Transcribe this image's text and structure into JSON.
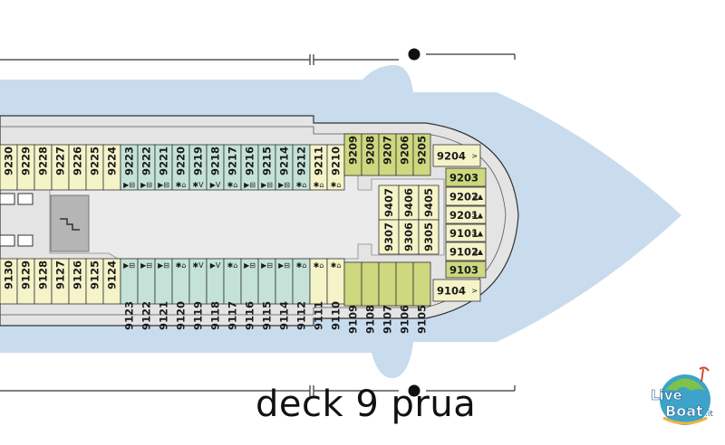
{
  "title": "deck 9 prua",
  "logo": {
    "line1": "Live",
    "line2": "Boat",
    "suffix": ".it"
  },
  "colors": {
    "sea": "#c8dcee",
    "hull": "#e4e4e4",
    "corridor": "#ebebeb",
    "cabin_teal": "#c4e2d8",
    "cabin_green": "#cdd87f",
    "cabin_yellow": "#f5f3c8",
    "outline": "#333333"
  },
  "cabins": {
    "top_left": [
      {
        "num": "9230",
        "sym": ""
      },
      {
        "num": "9229",
        "sym": ""
      },
      {
        "num": "9228",
        "sym": ""
      },
      {
        "num": "9227",
        "sym": ""
      },
      {
        "num": "9226",
        "sym": ""
      },
      {
        "num": "9225",
        "sym": ""
      },
      {
        "num": "9224",
        "sym": ""
      }
    ],
    "top_mid": [
      {
        "num": "9223",
        "sym": "▶⊟"
      },
      {
        "num": "9222",
        "sym": "▶⊟"
      },
      {
        "num": "9221",
        "sym": "▶⊟"
      },
      {
        "num": "9220",
        "sym": "✱⌂"
      },
      {
        "num": "9219",
        "sym": "✱V"
      },
      {
        "num": "9218",
        "sym": "▶V"
      },
      {
        "num": "9217",
        "sym": "✱⌂"
      },
      {
        "num": "9216",
        "sym": "▶⊟"
      },
      {
        "num": "9215",
        "sym": "▶⊟"
      },
      {
        "num": "9214",
        "sym": "▶⊟"
      },
      {
        "num": "9212",
        "sym": "✱⌂"
      }
    ],
    "top_right_yellow": [
      {
        "num": "9211",
        "sym": "✱⌂"
      },
      {
        "num": "9210",
        "sym": "✱⌂"
      }
    ],
    "top_fore": [
      {
        "num": "9209"
      },
      {
        "num": "9208"
      },
      {
        "num": "9207"
      },
      {
        "num": "9206"
      },
      {
        "num": "9205"
      }
    ],
    "bottom_left": [
      {
        "num": "9130",
        "sym": ""
      },
      {
        "num": "9129",
        "sym": ""
      },
      {
        "num": "9128",
        "sym": ""
      },
      {
        "num": "9127",
        "sym": ""
      },
      {
        "num": "9126",
        "sym": ""
      },
      {
        "num": "9125",
        "sym": ""
      },
      {
        "num": "9124",
        "sym": ""
      }
    ],
    "bottom_mid": [
      {
        "num": "9123",
        "sym": "▶⊟"
      },
      {
        "num": "9122",
        "sym": "▶⊟"
      },
      {
        "num": "9121",
        "sym": "▶⊟"
      },
      {
        "num": "9120",
        "sym": "✱⌂"
      },
      {
        "num": "9119",
        "sym": "✱V"
      },
      {
        "num": "9118",
        "sym": "▶V"
      },
      {
        "num": "9117",
        "sym": "✱⌂"
      },
      {
        "num": "9116",
        "sym": "▶⊟"
      },
      {
        "num": "9115",
        "sym": "▶⊟"
      },
      {
        "num": "9114",
        "sym": "▶⊟"
      },
      {
        "num": "9112",
        "sym": "✱⌂"
      }
    ],
    "bottom_right_yellow": [
      {
        "num": "9111",
        "sym": "✱⌂"
      },
      {
        "num": "9110",
        "sym": "✱⌂"
      }
    ],
    "bottom_fore": [
      {
        "num": "9109"
      },
      {
        "num": "9108"
      },
      {
        "num": "9107"
      },
      {
        "num": "9106"
      },
      {
        "num": "9105"
      }
    ],
    "inner_block": [
      {
        "num": "9407"
      },
      {
        "num": "9406"
      },
      {
        "num": "9405"
      },
      {
        "num": "9307"
      },
      {
        "num": "9306"
      },
      {
        "num": "9305"
      }
    ],
    "bow_column": [
      {
        "num": "9204",
        "sym": ">",
        "color": "yellow"
      },
      {
        "num": "9203",
        "sym": "",
        "color": "green"
      },
      {
        "num": "9202",
        "sym": "⌂▲",
        "color": "yellow"
      },
      {
        "num": "9201",
        "sym": ">▲",
        "color": "yellow"
      },
      {
        "num": "9101",
        "sym": ">▲",
        "color": "yellow"
      },
      {
        "num": "9102",
        "sym": "⌂▲",
        "color": "yellow"
      },
      {
        "num": "9103",
        "sym": "",
        "color": "green"
      },
      {
        "num": "9104",
        "sym": ">",
        "color": "yellow"
      }
    ]
  }
}
